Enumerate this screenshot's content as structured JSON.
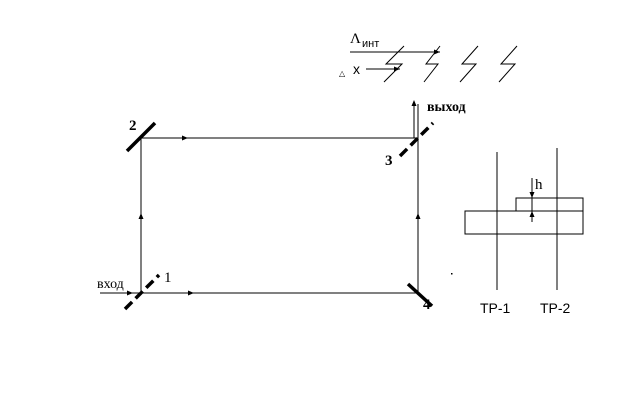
{
  "labels": {
    "mirror_1": "1",
    "mirror_2": "2",
    "mirror_3": "3",
    "mirror_4": "4",
    "input": "вход",
    "output": "выход",
    "lambda": "Λ",
    "lambda_sub": "инт",
    "delta_symbol": "△",
    "delta_x": "x",
    "h": "h",
    "tr1": "ТР-1",
    "tr2": "ТР-2"
  }
}
